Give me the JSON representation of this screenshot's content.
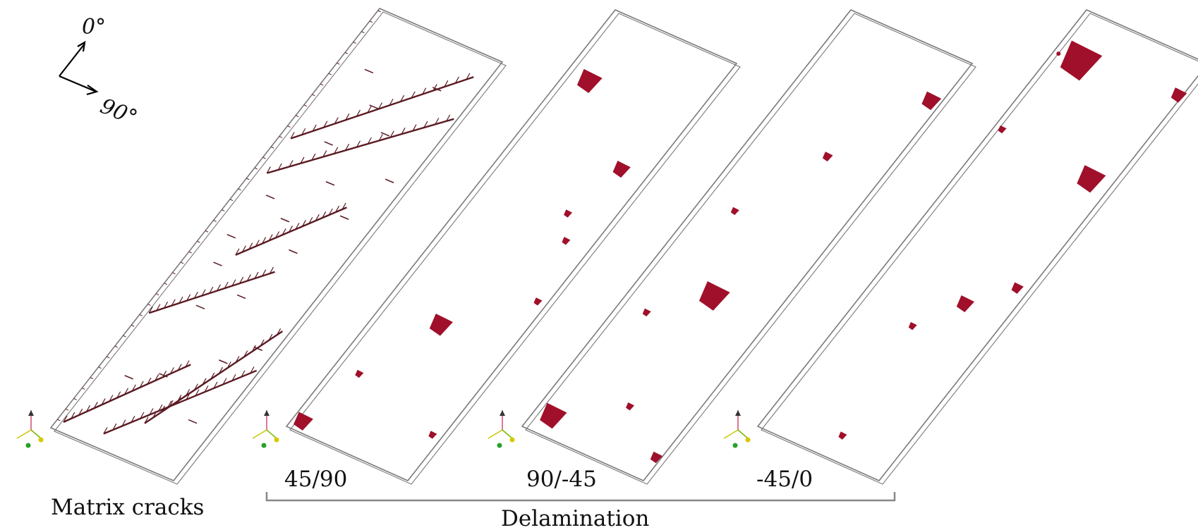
{
  "orientation": {
    "zero_label": "0°",
    "ninety_label": "90°"
  },
  "panels": [
    {
      "id": "matrix",
      "caption": "Matrix cracks",
      "interface_label": ""
    },
    {
      "id": "d1",
      "caption": "",
      "interface_label": "45/90"
    },
    {
      "id": "d2",
      "caption": "",
      "interface_label": "90/-45"
    },
    {
      "id": "d3",
      "caption": "",
      "interface_label": "-45/0"
    }
  ],
  "bracket_label": "Delamination",
  "colors": {
    "damage": "#a0102a",
    "crack": "#5a1a22",
    "outline": "#7a7a7a",
    "bracket": "#888888"
  }
}
